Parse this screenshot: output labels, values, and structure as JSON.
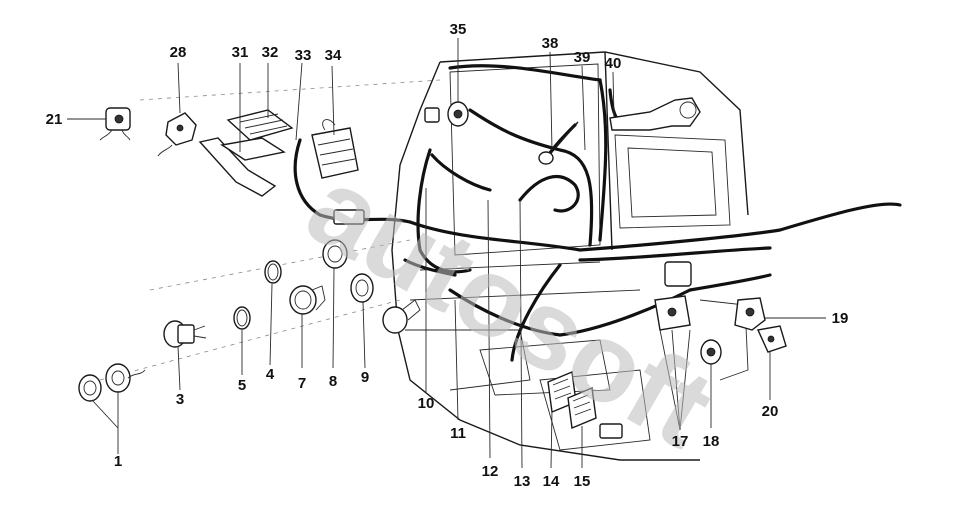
{
  "watermark": {
    "text": "autosoft"
  },
  "callouts": [
    {
      "id": "1",
      "label": "1"
    },
    {
      "id": "3",
      "label": "3"
    },
    {
      "id": "4",
      "label": "4"
    },
    {
      "id": "5",
      "label": "5"
    },
    {
      "id": "7",
      "label": "7"
    },
    {
      "id": "8",
      "label": "8"
    },
    {
      "id": "9",
      "label": "9"
    },
    {
      "id": "10",
      "label": "10"
    },
    {
      "id": "11",
      "label": "11"
    },
    {
      "id": "12",
      "label": "12"
    },
    {
      "id": "13",
      "label": "13"
    },
    {
      "id": "14",
      "label": "14"
    },
    {
      "id": "15",
      "label": "15"
    },
    {
      "id": "17",
      "label": "17"
    },
    {
      "id": "18",
      "label": "18"
    },
    {
      "id": "19",
      "label": "19"
    },
    {
      "id": "20",
      "label": "20"
    },
    {
      "id": "21",
      "label": "21"
    },
    {
      "id": "28",
      "label": "28"
    },
    {
      "id": "31",
      "label": "31"
    },
    {
      "id": "32",
      "label": "32"
    },
    {
      "id": "33",
      "label": "33"
    },
    {
      "id": "34",
      "label": "34"
    },
    {
      "id": "35",
      "label": "35"
    },
    {
      "id": "38",
      "label": "38"
    },
    {
      "id": "39",
      "label": "39"
    },
    {
      "id": "40",
      "label": "40"
    }
  ]
}
